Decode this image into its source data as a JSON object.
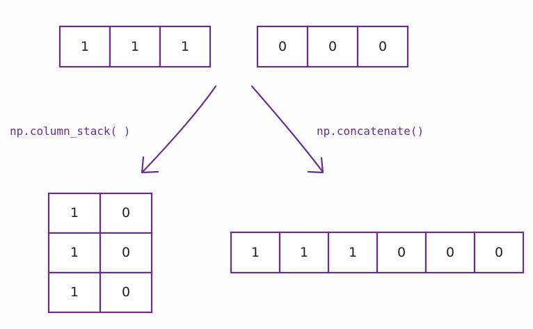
{
  "colors": {
    "stroke": "#6a2d8c",
    "text": "#1c1c1c",
    "label": "#6a2d8c",
    "background": "#ffffff"
  },
  "inputs": {
    "left_array": [
      "1",
      "1",
      "1"
    ],
    "right_array": [
      "0",
      "0",
      "0"
    ]
  },
  "operations": {
    "column_stack_label": "np.column_stack( )",
    "concatenate_label": "np.concatenate()"
  },
  "outputs": {
    "column_stack_result": [
      [
        "1",
        "0"
      ],
      [
        "1",
        "0"
      ],
      [
        "1",
        "0"
      ]
    ],
    "concatenate_result": [
      "1",
      "1",
      "1",
      "0",
      "0",
      "0"
    ]
  }
}
